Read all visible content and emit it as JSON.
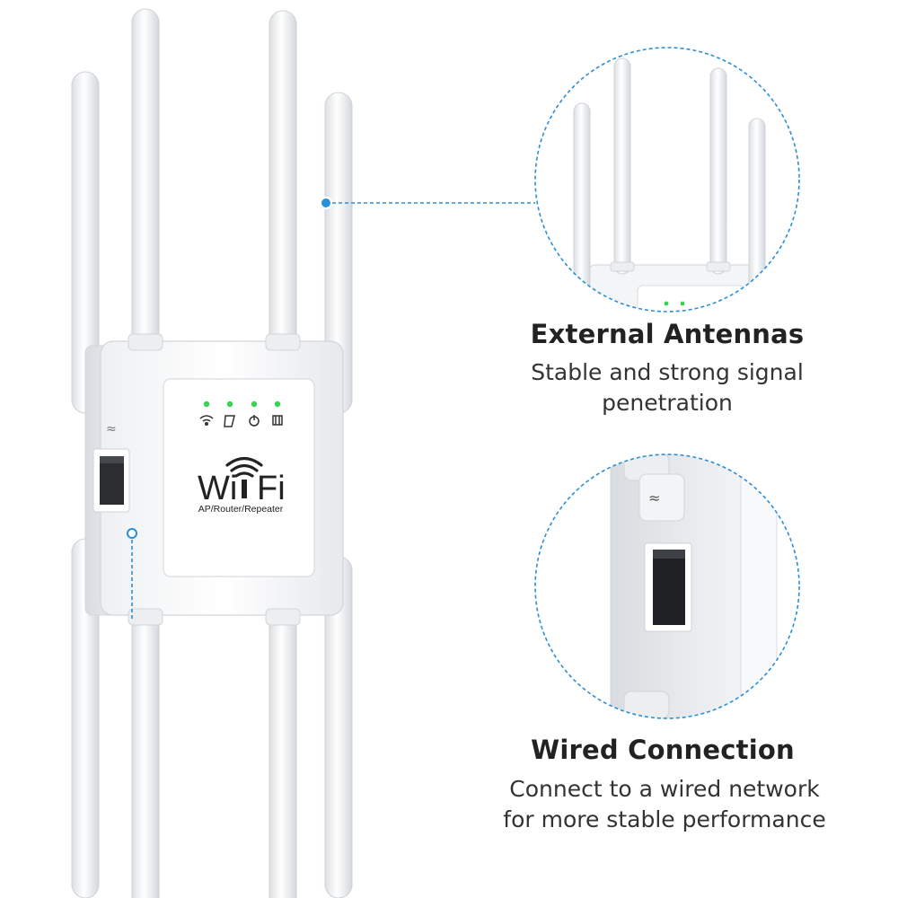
{
  "product": {
    "logo_text": "Wi Fi",
    "logo_subtitle": "AP/Router/Repeater",
    "led_indicators": [
      "wifi-icon",
      "wps-icon",
      "power-icon",
      "lan-icon"
    ],
    "led_color": "#39d353",
    "body_color": "#ffffff"
  },
  "features": [
    {
      "title": "External Antennas",
      "description_lines": [
        "Stable and strong signal",
        "penetration"
      ]
    },
    {
      "title": "Wired Connection",
      "description_lines": [
        "Connect to a wired network",
        "for more stable performance"
      ]
    }
  ],
  "colors": {
    "callout_blue": "#2b8fd6",
    "text_dark": "#222222"
  }
}
